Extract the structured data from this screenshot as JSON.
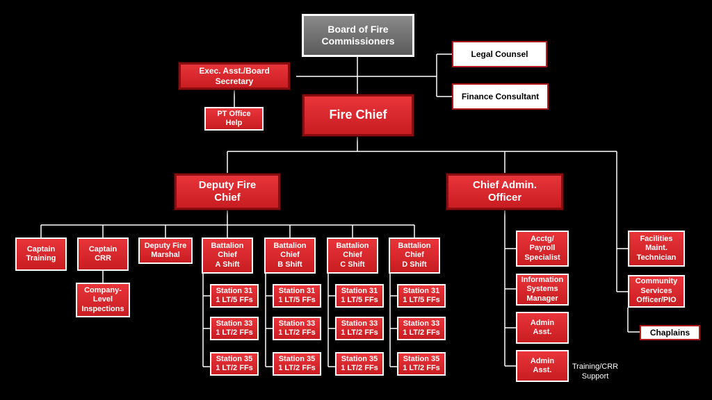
{
  "board": "Board of Fire\nCommissioners",
  "legal_counsel": "Legal Counsel",
  "finance_consultant": "Finance Consultant",
  "exec_asst": "Exec. Asst./Board\nSecretary",
  "pt_office": "PT Office\nHelp",
  "fire_chief": "Fire Chief",
  "deputy_fire_chief": "Deputy Fire\nChief",
  "chief_admin_officer": "Chief Admin.\nOfficer",
  "captain_training": "Captain\nTraining",
  "captain_crr": "Captain\nCRR",
  "company_inspections": "Company-\nLevel\nInspections",
  "deputy_fire_marshal": "Deputy Fire\nMarshal",
  "battalions": [
    {
      "label": "Battalion\nChief\nA Shift",
      "stations": [
        "Station 31\n1 LT/5 FFs",
        "Station 33\n1 LT/2 FFs",
        "Station 35\n1 LT/2 FFs"
      ]
    },
    {
      "label": "Battalion\nChief\nB Shift",
      "stations": [
        "Station 31\n1 LT/5 FFs",
        "Station 33\n1 LT/2 FFs",
        "Station 35\n1 LT/2 FFs"
      ]
    },
    {
      "label": "Battalion\nChief\nC Shift",
      "stations": [
        "Station 31\n1 LT/5 FFs",
        "Station 33\n1 LT/2 FFs",
        "Station 35\n1 LT/2 FFs"
      ]
    },
    {
      "label": "Battalion\nChief\nD Shift",
      "stations": [
        "Station 31\n1 LT/5 FFs",
        "Station 33\n1 LT/2 FFs",
        "Station 35\n1 LT/2 FFs"
      ]
    }
  ],
  "admin_staff": [
    "Acctg/\nPayroll\nSpecialist",
    "Information\nSystems\nManager",
    "Admin\nAsst.",
    "Admin\nAsst."
  ],
  "training_note": "Training/CRR\nSupport",
  "facilities": "Facilities\nMaint.\nTechnician",
  "community_services": "Community\nServices\nOfficer/PIO",
  "chaplains": "Chaplains"
}
